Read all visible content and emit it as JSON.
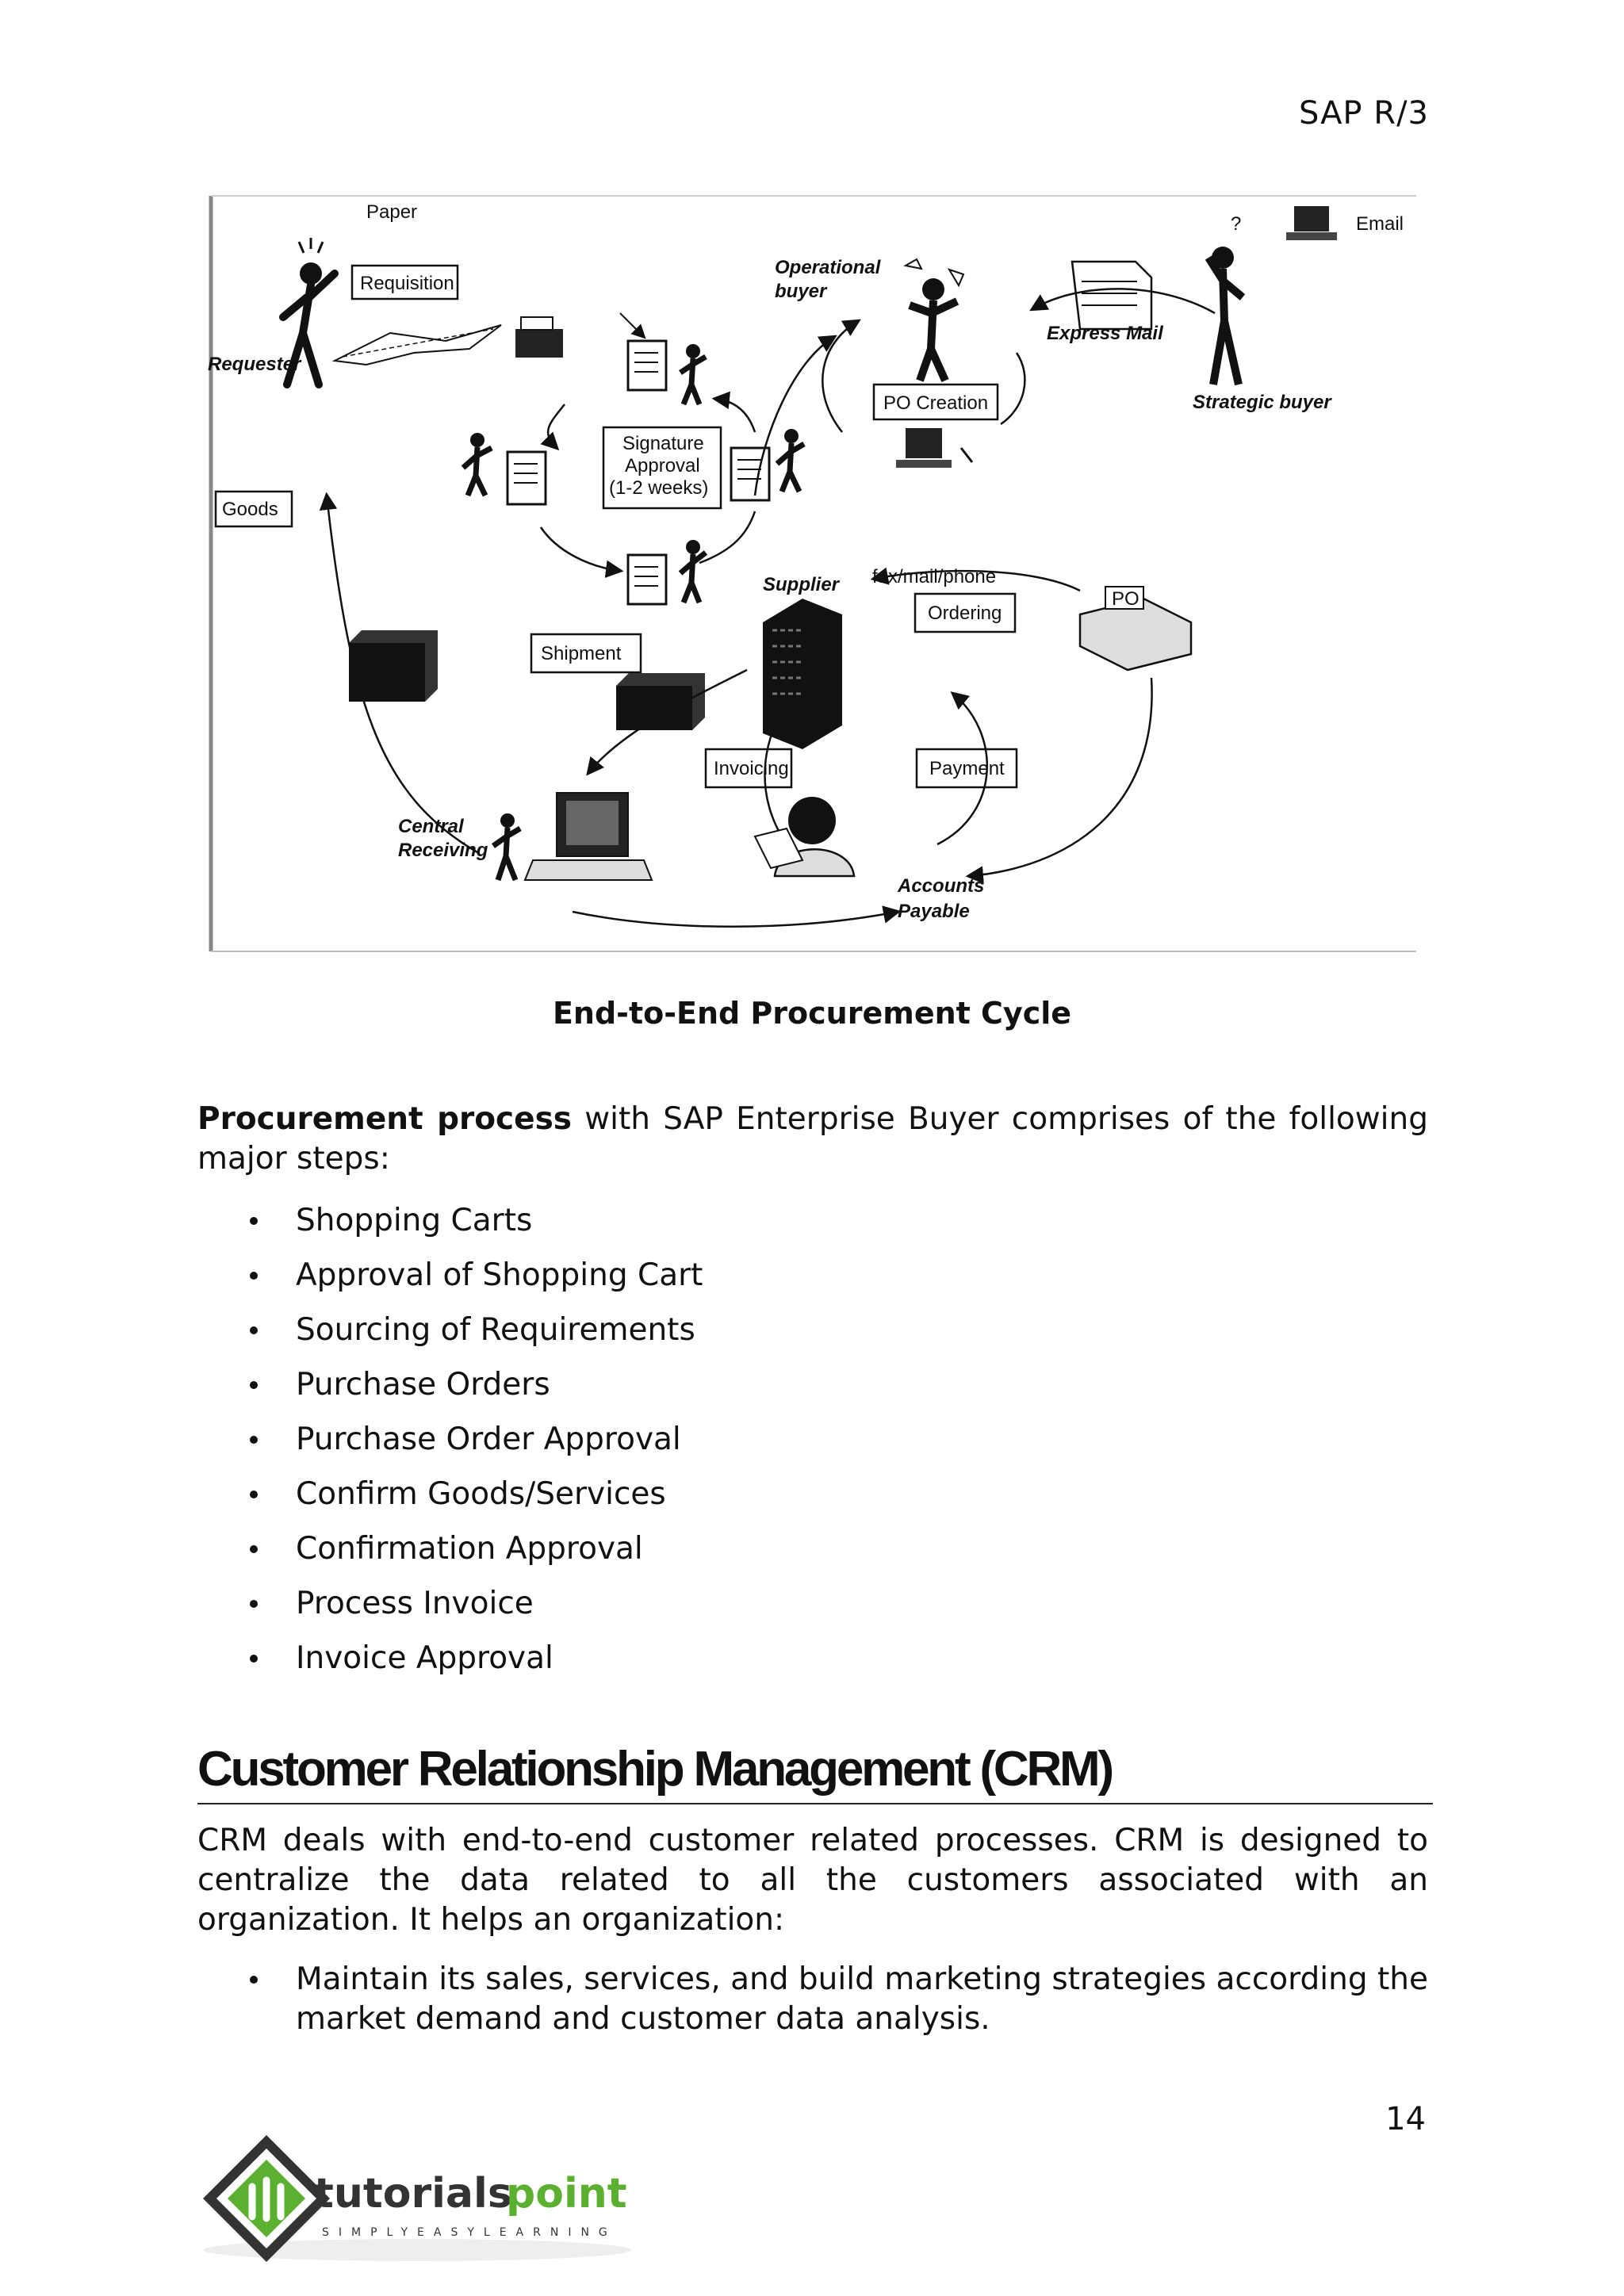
{
  "header": {
    "title": "SAP R/3"
  },
  "figure": {
    "labels": {
      "paper": "Paper",
      "requisition": "Requisition",
      "requester": "Requester",
      "operational_buyer_1": "Operational",
      "operational_buyer_2": "buyer",
      "email": "Email",
      "express_mail": "Express Mail",
      "strategic_buyer": "Strategic buyer",
      "po_creation": "PO Creation",
      "signature_1": "Signature",
      "signature_2": "Approval",
      "signature_3": "(1-2 weeks)",
      "goods": "Goods",
      "supplier": "Supplier",
      "faxmailphone": "fax/mail/phone",
      "ordering": "Ordering",
      "po": "PO",
      "shipment": "Shipment",
      "invoicing": "Invoicing",
      "payment": "Payment",
      "central_1": "Central",
      "central_2": "Receiving",
      "accounts_1": "Accounts",
      "accounts_2": "Payable"
    },
    "caption": "End-to-End Procurement Cycle"
  },
  "intro": {
    "bold": "Procurement process",
    "rest": " with SAP Enterprise Buyer comprises of the following major steps:"
  },
  "steps": [
    "Shopping Carts",
    "Approval of Shopping Cart",
    "Sourcing of Requirements",
    "Purchase Orders",
    "Purchase Order Approval",
    "Confirm Goods/Services",
    "Confirmation Approval",
    "Process Invoice",
    "Invoice Approval"
  ],
  "crm": {
    "title": "Customer Relationship Management (CRM)",
    "paragraph": "CRM deals with end-to-end customer related processes. CRM is designed to centralize the data related to all the customers associated with an organization. It helps an organization:",
    "bullets": [
      "Maintain its sales, services, and build marketing strategies according the market demand and customer data analysis."
    ]
  },
  "footer": {
    "page_number": "14",
    "logo_text_1": "tutorials",
    "logo_text_2": "point",
    "logo_tagline": "SIMPLYEASYLEARNING"
  },
  "colors": {
    "logo_green": "#5bb030",
    "logo_dark": "#333333"
  }
}
